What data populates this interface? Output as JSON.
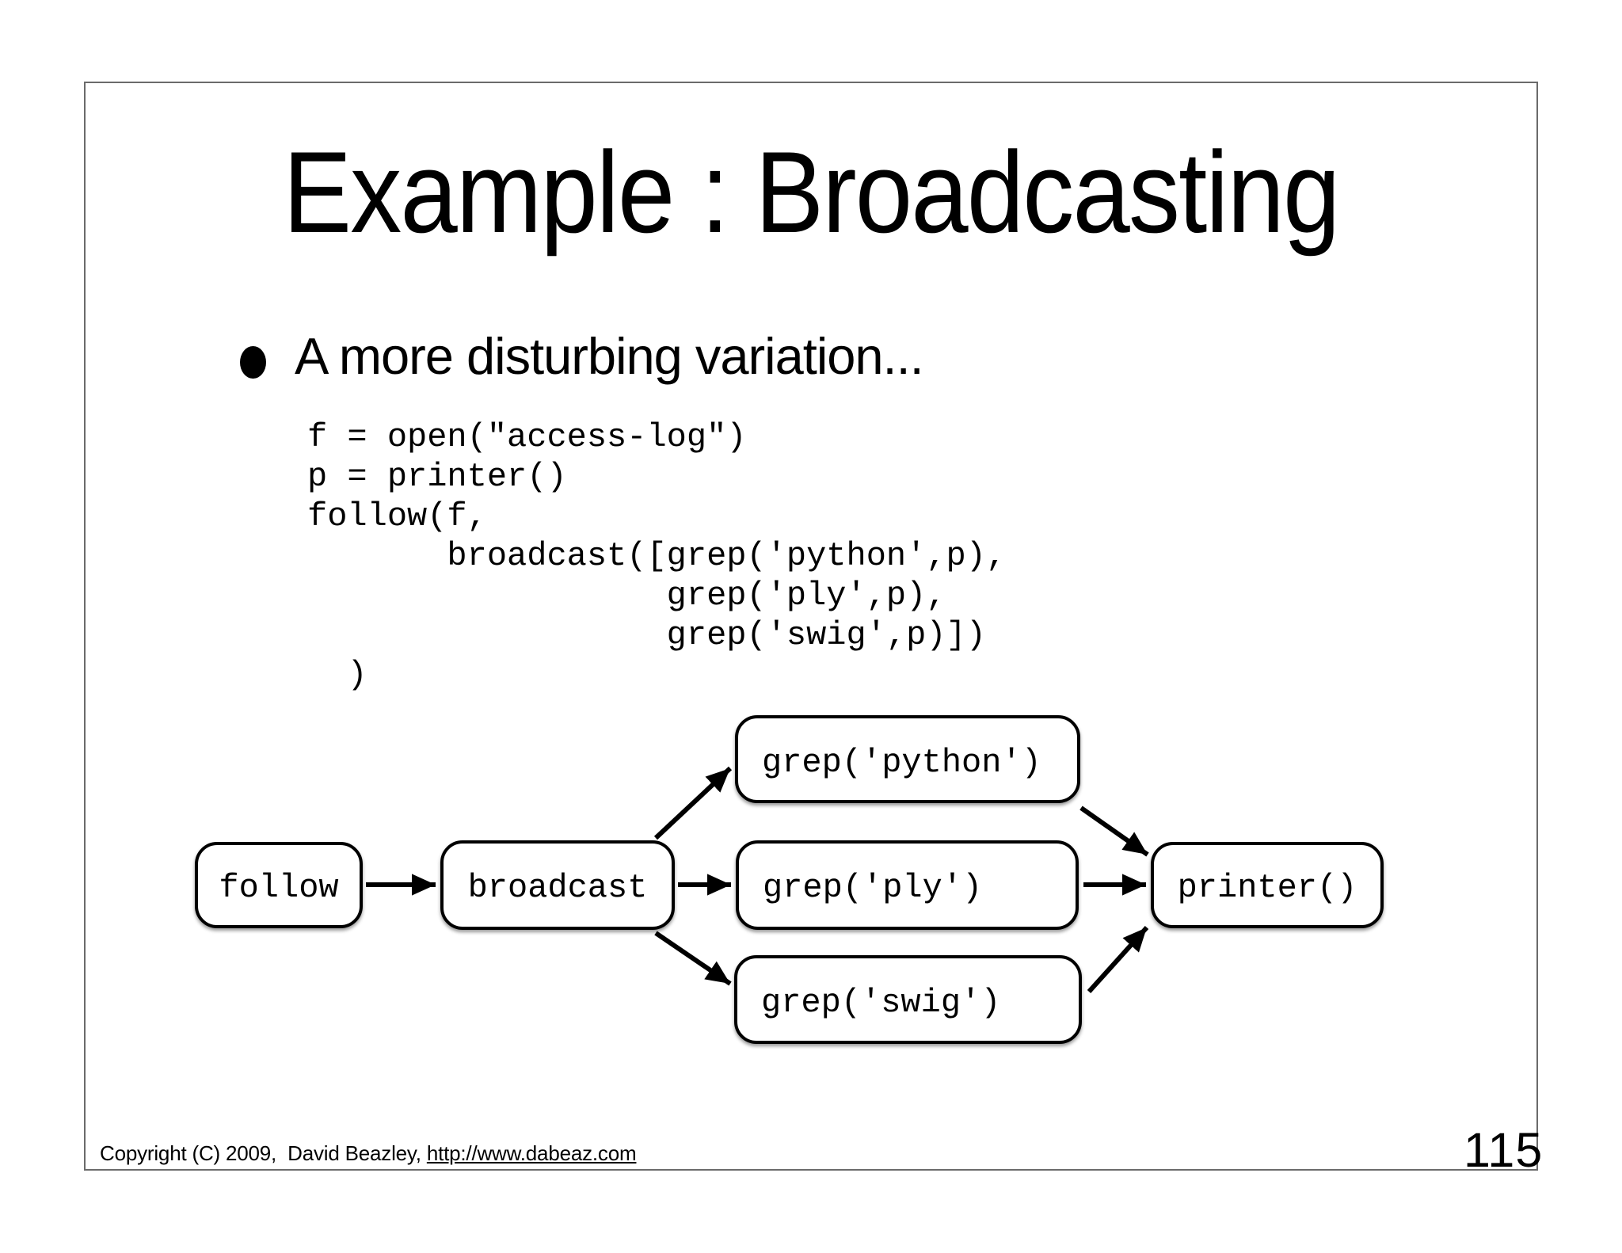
{
  "slide": {
    "title": "Example : Broadcasting",
    "bullet": "A more disturbing variation...",
    "page_number": "115",
    "footer": {
      "copyright": "Copyright (C) 2009,  David Beazley, ",
      "link": "http://www.dabeaz.com"
    }
  },
  "code": {
    "lines": [
      "f = open(\"access-log\")",
      "p = printer()",
      "follow(f,",
      "       broadcast([grep('python',p),",
      "                  grep('ply',p),",
      "                  grep('swig',p)])",
      "  )"
    ]
  },
  "diagram": {
    "nodes": [
      {
        "id": "follow",
        "label": "follow"
      },
      {
        "id": "broadcast",
        "label": "broadcast"
      },
      {
        "id": "grep-python",
        "label": "grep('python')"
      },
      {
        "id": "grep-ply",
        "label": "grep('ply')"
      },
      {
        "id": "grep-swig",
        "label": "grep('swig')"
      },
      {
        "id": "printer",
        "label": "printer()"
      }
    ],
    "edges": [
      {
        "from": "follow",
        "to": "broadcast"
      },
      {
        "from": "broadcast",
        "to": "grep-python"
      },
      {
        "from": "broadcast",
        "to": "grep-ply"
      },
      {
        "from": "broadcast",
        "to": "grep-swig"
      },
      {
        "from": "grep-python",
        "to": "printer"
      },
      {
        "from": "grep-ply",
        "to": "printer"
      },
      {
        "from": "grep-swig",
        "to": "printer"
      }
    ]
  },
  "colors": {
    "background": "#ffffff",
    "text": "#000000",
    "frame_border": "#6b6b6b"
  }
}
